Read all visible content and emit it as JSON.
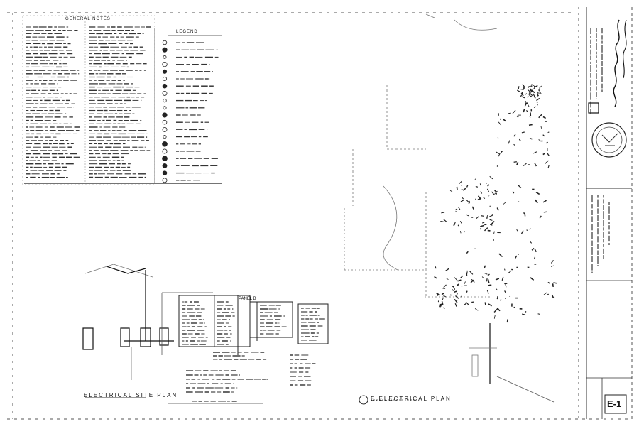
{
  "drawing": {
    "sheet_number": "E-1",
    "keyed_plan_label": "E.ELECTRICAL PLAN",
    "site_plan_label": "ELECTRICAL SITE PLAN",
    "handwritten_signature": "SCHOLEY Romano",
    "notes_title": "GENERAL NOTES",
    "legend_title": "LEGEND",
    "panel_title": "PANEL B"
  }
}
